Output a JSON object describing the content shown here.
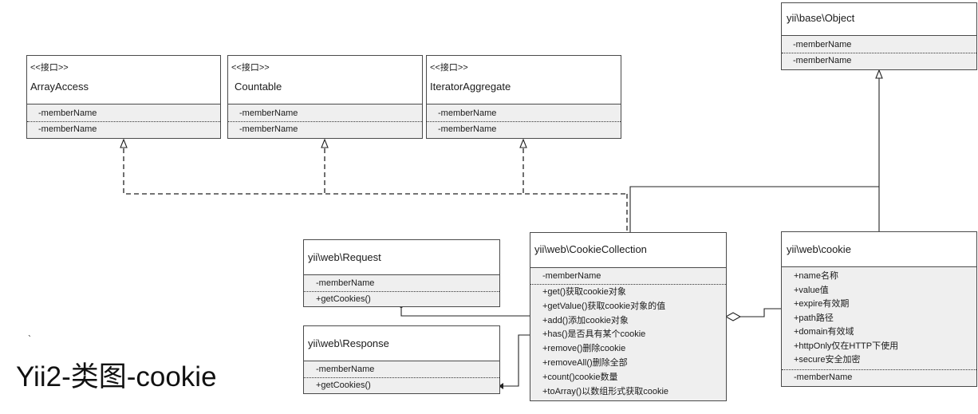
{
  "interfaces": [
    {
      "stereotype": "<<接口>>",
      "name": "ArrayAccess",
      "attrs": [
        "-memberName"
      ],
      "methods": [
        "-memberName"
      ]
    },
    {
      "stereotype": "<<接口>>",
      "name": "Countable",
      "attrs": [
        "-memberName"
      ],
      "methods": [
        "-memberName"
      ]
    },
    {
      "stereotype": "<<接口>>",
      "name": "IteratorAggregate",
      "attrs": [
        "-memberName"
      ],
      "methods": [
        "-memberName"
      ]
    }
  ],
  "base_object": {
    "name": "yii\\base\\Object",
    "attrs": [
      "-memberName"
    ],
    "methods": [
      "-memberName"
    ]
  },
  "request": {
    "name": "yii\\web\\Request",
    "attrs": [
      "-memberName"
    ],
    "methods": [
      "+getCookies()"
    ]
  },
  "response": {
    "name": "yii\\web\\Response",
    "attrs": [
      "-memberName"
    ],
    "methods": [
      "+getCookies()"
    ]
  },
  "cookie_collection": {
    "name": "yii\\web\\CookieCollection",
    "attrs": [
      "-memberName"
    ],
    "methods": [
      "+get()获取cookie对象",
      "+getValue()获取cookie对象的值",
      "+add()添加cookie对象",
      "+has()是否具有某个cookie",
      "+remove()删除cookie",
      "+removeAll()删除全部",
      "+count()cookie数量",
      "+toArray()以数组形式获取cookie"
    ]
  },
  "cookie": {
    "name": "yii\\web\\cookie",
    "attrs": [
      "+name名称",
      "+value值",
      "+expire有效期",
      "+path路径",
      "+domain有效域",
      "+httpOnly仅在HTTP下使用",
      "+secure安全加密"
    ],
    "methods": [
      "-memberName"
    ]
  },
  "stray_mark": "`",
  "diagram_title": "Yii2-类图-cookie"
}
